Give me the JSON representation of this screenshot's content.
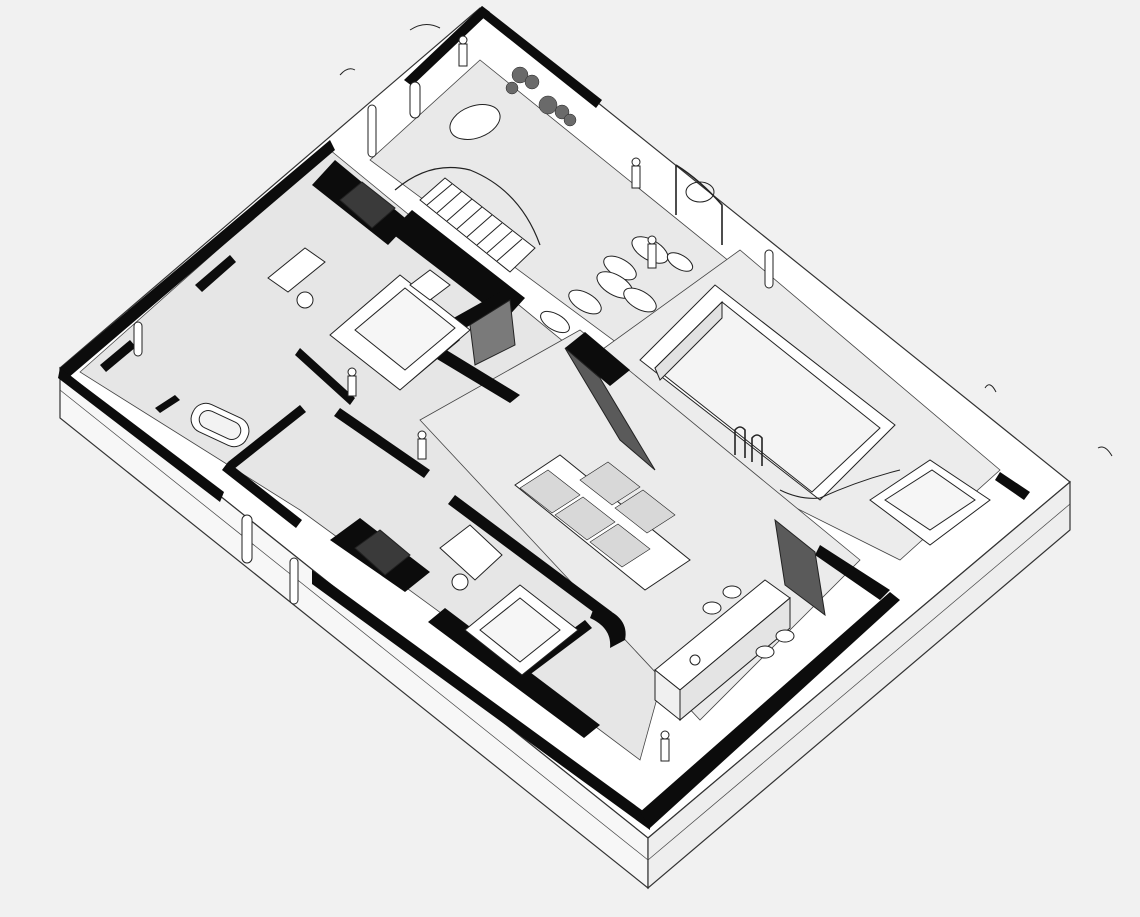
{
  "scene": {
    "kind": "isometric-floor-plan",
    "colors": {
      "background": "#f1f1f1",
      "walls": "#0c0c0c",
      "floor": "#e6e6e6",
      "plinth": "#ffffff",
      "outline": "#222222"
    },
    "elements": [
      "outer-plinth",
      "exterior-walls",
      "interior-walls",
      "swimming-pool",
      "pool-ladder",
      "courtyard-stepping-stones",
      "staircase",
      "sofa",
      "kitchen-island",
      "bar-stools",
      "bed",
      "desk-with-chair",
      "bathtub",
      "wardrobes",
      "planters",
      "people-figures",
      "perforated-screens"
    ]
  }
}
